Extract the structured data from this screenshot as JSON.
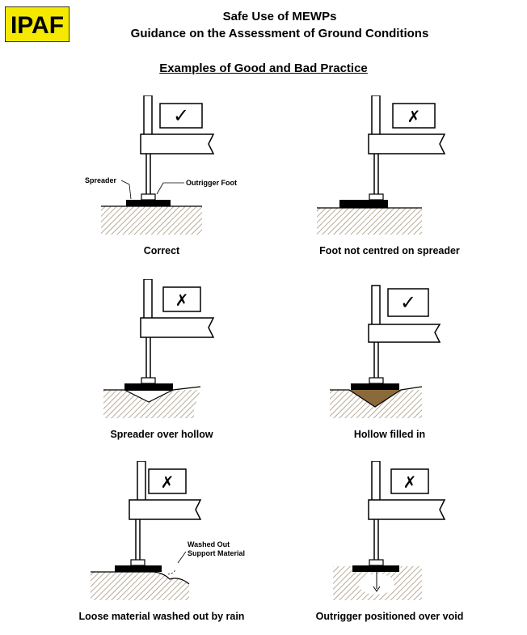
{
  "header": {
    "logo_text": "IPAF",
    "title_line1": "Safe Use of MEWPs",
    "title_line2": "Guidance on the Assessment of Ground Conditions",
    "subtitle": "Examples of Good and Bad Practice"
  },
  "colors": {
    "logo_bg": "#F5E900",
    "hatch": "#9a8a70",
    "fill_sand": "#8a6a3a"
  },
  "panels": [
    {
      "caption": "Correct",
      "mark": "check-icon",
      "labels": [
        "Spreader",
        "Outrigger Foot"
      ]
    },
    {
      "caption": "Foot not centred on spreader",
      "mark": "cross-icon"
    },
    {
      "caption": "Spreader over hollow",
      "mark": "cross-icon"
    },
    {
      "caption": "Hollow filled in",
      "mark": "check-icon"
    },
    {
      "caption": "Loose material washed out by rain",
      "mark": "cross-icon",
      "labels": [
        "Washed Out",
        "Support Material"
      ]
    },
    {
      "caption": "Outrigger positioned over void",
      "mark": "cross-icon"
    }
  ],
  "marks": {
    "check": "✓",
    "cross": "✗"
  }
}
